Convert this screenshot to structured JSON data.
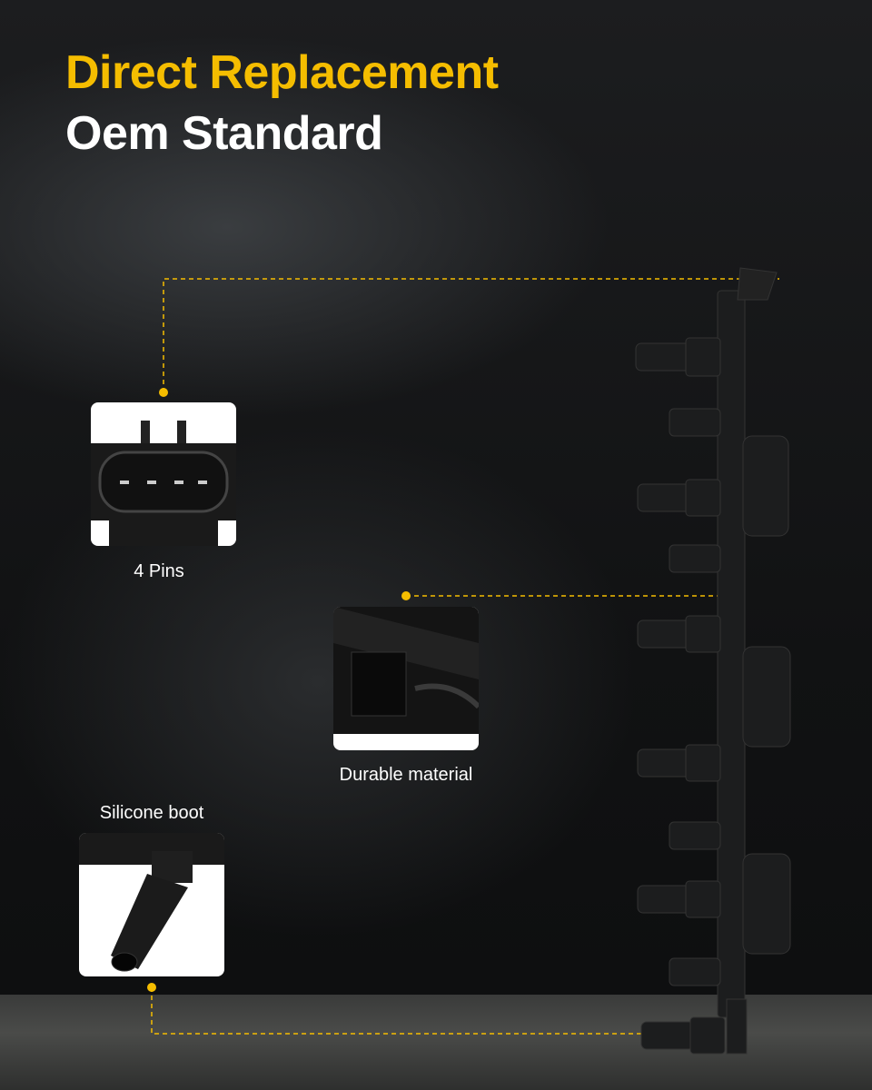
{
  "headline": {
    "line1": "Direct Replacement",
    "line2": "Oem Standard"
  },
  "features": [
    {
      "label": "4 Pins",
      "icon": "connector-4-pin"
    },
    {
      "label": "Durable material",
      "icon": "housing-closeup"
    },
    {
      "label": "Silicone boot",
      "icon": "silicone-boot"
    }
  ],
  "colors": {
    "accent": "#f5bd00",
    "text": "#ffffff"
  }
}
